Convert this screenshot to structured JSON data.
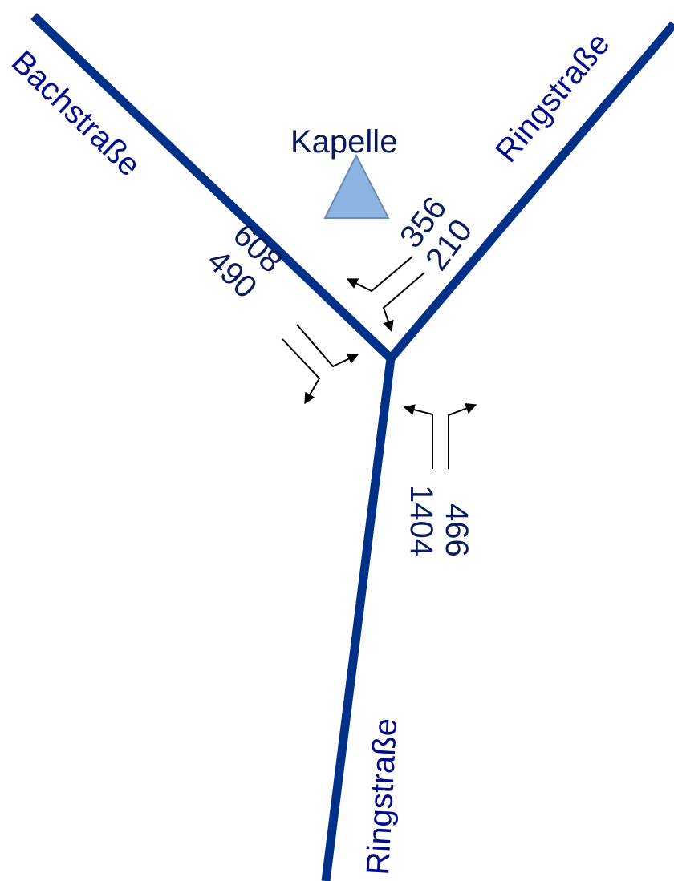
{
  "roads": {
    "northwest": "Bachstraße",
    "northeast": "Ringstraße",
    "south": "Ringstraße"
  },
  "landmark": {
    "label": "Kapelle",
    "icon": "triangle-icon",
    "color": "#8eb4e3"
  },
  "traffic_counts": {
    "from_bachstrasse": {
      "line1": "608",
      "line2": "490"
    },
    "from_ringstrasse_northeast": {
      "line1": "356",
      "line2": "210"
    },
    "from_ringstrasse_south": {
      "line1": "466",
      "line2": "1404"
    }
  },
  "colors": {
    "road": "#003087",
    "road_label": "#000c8a",
    "count_text": "#0a1a5c",
    "arrow": "#000000"
  }
}
